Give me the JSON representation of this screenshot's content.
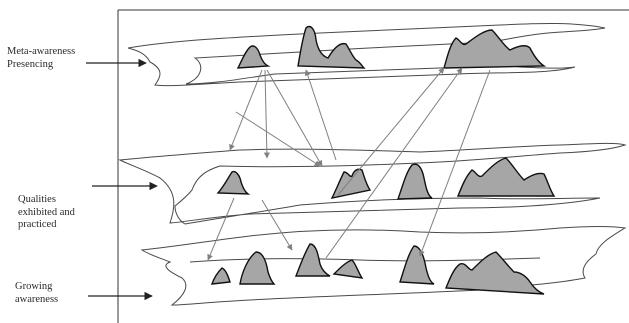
{
  "labels": {
    "meta_line1": "Meta-awareness",
    "meta_line2": "Presencing",
    "qualities_line1": "Qualities",
    "qualities_line2": "exhibited and",
    "qualities_line3": "practiced",
    "growing_line1": "Growing",
    "growing_line2": "awareness"
  },
  "colors": {
    "outline": "#4a4a4a",
    "peak_fill": "#a6a6a6",
    "peak_stroke": "#111111",
    "arrow": "#808080",
    "frame": "#333333"
  }
}
